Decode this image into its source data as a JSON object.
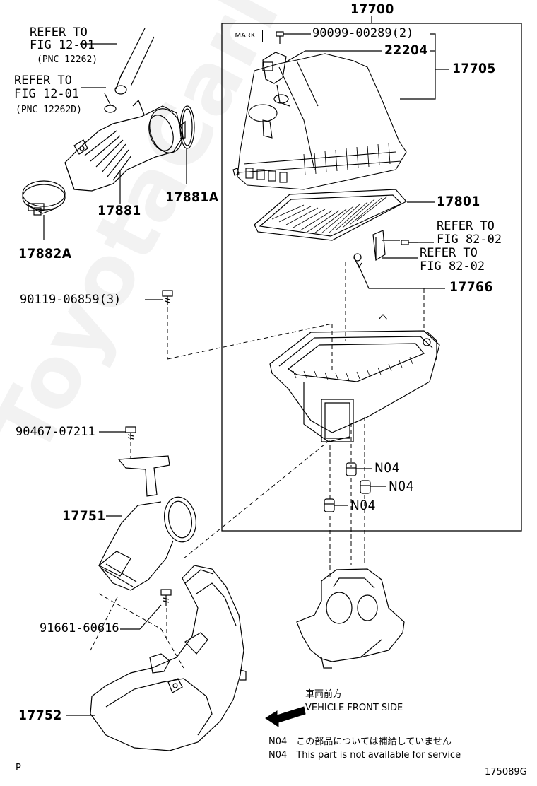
{
  "watermark": "ToyotaCarMire.ru",
  "assembly": {
    "number": "17700"
  },
  "mark_tag": "MARK",
  "parts": {
    "p90099": "90099-00289(2)",
    "p22204": "22204",
    "p17705": "17705",
    "p17801": "17801",
    "p17766": "17766",
    "p17881": "17881",
    "p17881A": "17881A",
    "p17882A": "17882A",
    "p90119": "90119-06859(3)",
    "p90467": "90467-07211",
    "p17751": "17751",
    "p91661": "91661-60616",
    "p17752": "17752",
    "n04_a": "N04",
    "n04_b": "N04",
    "n04_c": "N04"
  },
  "refs": {
    "ref1_l1": "REFER TO",
    "ref1_l2": "FIG 12-01",
    "ref1_l3": "(PNC 12262)",
    "ref2_l1": "REFER TO",
    "ref2_l2": "FIG 12-01",
    "ref2_l3": "(PNC 12262D)",
    "ref3_l1": "REFER TO",
    "ref3_l2": "FIG 82-02",
    "ref4_l1": "REFER TO",
    "ref4_l2": "FIG 82-02"
  },
  "front": {
    "jp": "車両前方",
    "en": "VEHICLE FRONT SIDE"
  },
  "notes": {
    "jp": "N04　この部品については補給していません",
    "en": "N04　This part is not available for service"
  },
  "footer": {
    "left": "P",
    "right": "175089G"
  }
}
